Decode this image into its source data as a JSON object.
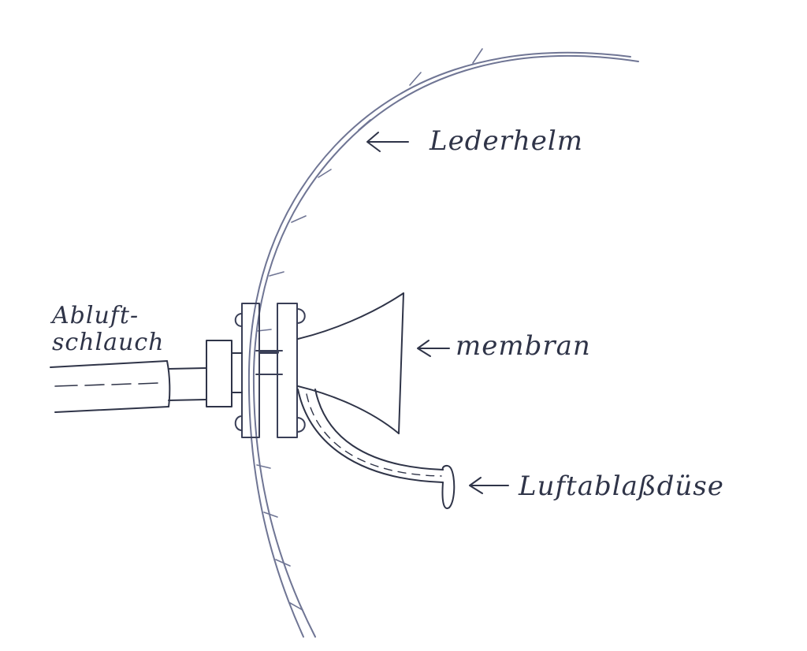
{
  "labels": {
    "helmet": "Lederhelm",
    "membrane": "membran",
    "nozzle": "Luftablaßdüse",
    "exhaust_line1": "Abluft-",
    "exhaust_line2": "schlauch"
  },
  "colors": {
    "ink": "#2f3448",
    "pencil": "#6f7594",
    "paper": "#ffffff"
  }
}
